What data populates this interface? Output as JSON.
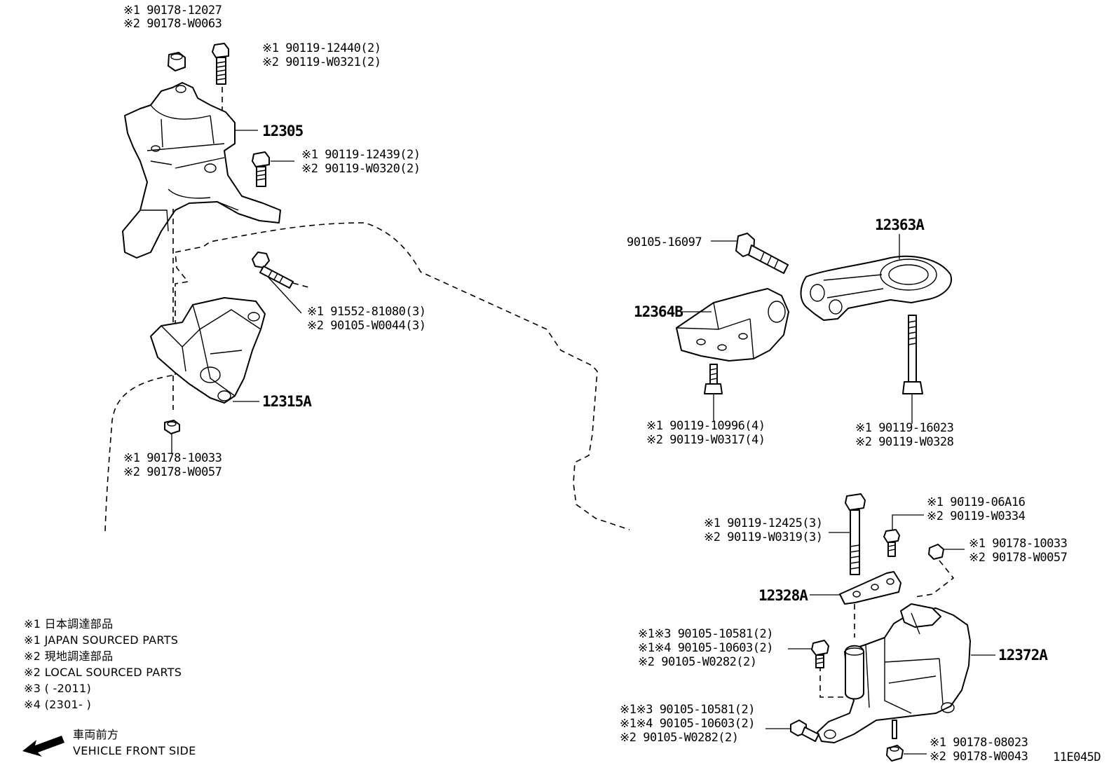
{
  "labels": {
    "nut_top": [
      "※1  90178-12027",
      "※2  90178-W0063"
    ],
    "bolt_top": [
      "※1  90119-12440(2)",
      "※2  90119-W0321(2)"
    ],
    "part_12305": "12305",
    "bolt_mid": [
      "※1  90119-12439(2)",
      "※2  90119-W0320(2)"
    ],
    "bolt_left_mount": [
      "※1  91552-81080(3)",
      "※2  90105-W0044(3)"
    ],
    "part_12315A": "12315A",
    "nut_left_bottom": [
      "※1  90178-10033",
      "※2  90178-W0057"
    ],
    "bolt_90105_16097": "90105-16097",
    "part_12363A": "12363A",
    "part_12364B": "12364B",
    "bolt_12364B": [
      "※1  90119-10996(4)",
      "※2  90119-W0317(4)"
    ],
    "bolt_12363A": [
      "※1  90119-16023",
      "※2  90119-W0328"
    ],
    "bolt_long": [
      "※1  90119-12425(3)",
      "※2  90119-W0319(3)"
    ],
    "bolt_06A16": [
      "※1  90119-06A16",
      "※2  90119-W0334"
    ],
    "nut_right": [
      "※1  90178-10033",
      "※2  90178-W0057"
    ],
    "part_12328A": "12328A",
    "part_12372A": "12372A",
    "bolt_group_upper": [
      "※1※3 90105-10581(2)",
      "※1※4 90105-10603(2)",
      "※2      90105-W0282(2)"
    ],
    "bolt_group_lower": [
      "※1※3 90105-10581(2)",
      "※1※4 90105-10603(2)",
      "※2      90105-W0282(2)"
    ],
    "nut_bottom_right": [
      "※1  90178-08023",
      "※2  90178-W0043"
    ]
  },
  "legend": [
    "※1 日本調達部品",
    "※1 JAPAN SOURCED PARTS",
    "※2 現地調達部品",
    "※2 LOCAL SOURCED PARTS",
    "※3 (       -2011)",
    "※4 (2301-       )"
  ],
  "front": {
    "jp": "車両前方",
    "en": "VEHICLE FRONT SIDE"
  },
  "figure_code": "11E045D"
}
